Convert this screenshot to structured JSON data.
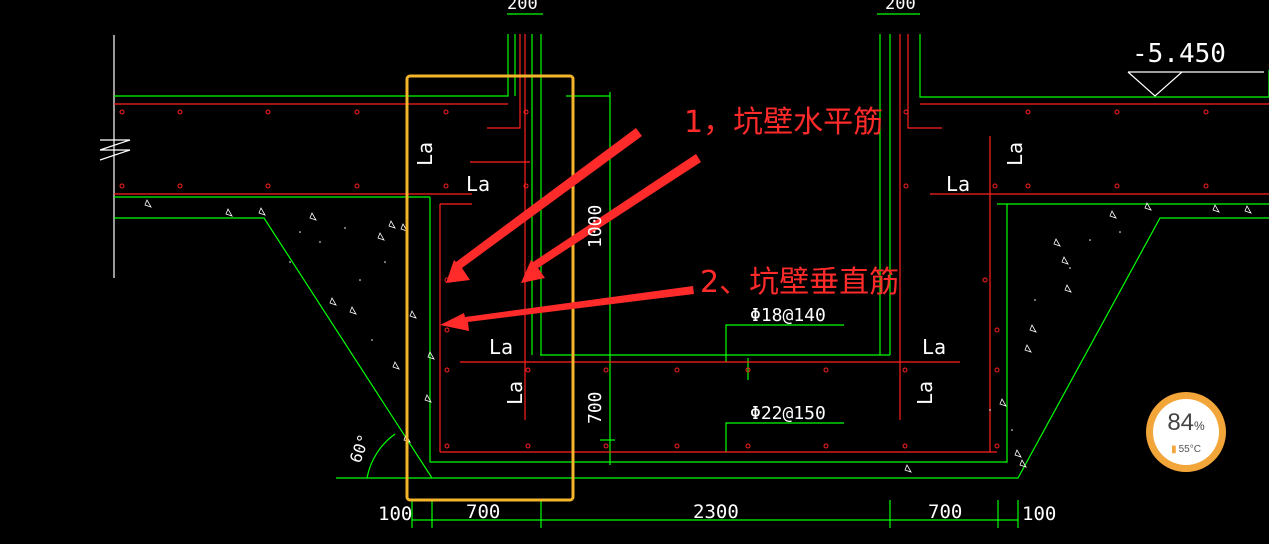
{
  "annotations": {
    "horizontal_bar": "1，坑壁水平筋",
    "vertical_bar": "2、坑壁垂直筋"
  },
  "dimensions": {
    "top_left": "200",
    "top_right": "200",
    "elevation": "-5.450",
    "depth_upper": "1000",
    "depth_lower": "700",
    "bottom": [
      "100",
      "700",
      "2300",
      "700",
      "100"
    ],
    "angle": "60°"
  },
  "labels": {
    "la": "La"
  },
  "rebar": {
    "top": "Φ18@140",
    "bottom": "Φ22@150"
  },
  "colors": {
    "concrete_outline": "#00ff00",
    "rebar": "#ff2020",
    "highlight_box": "#f5b52a",
    "arrow": "#ff2a2a"
  },
  "widget": {
    "percent": "84",
    "percent_unit": "%",
    "temperature": "55°C"
  }
}
